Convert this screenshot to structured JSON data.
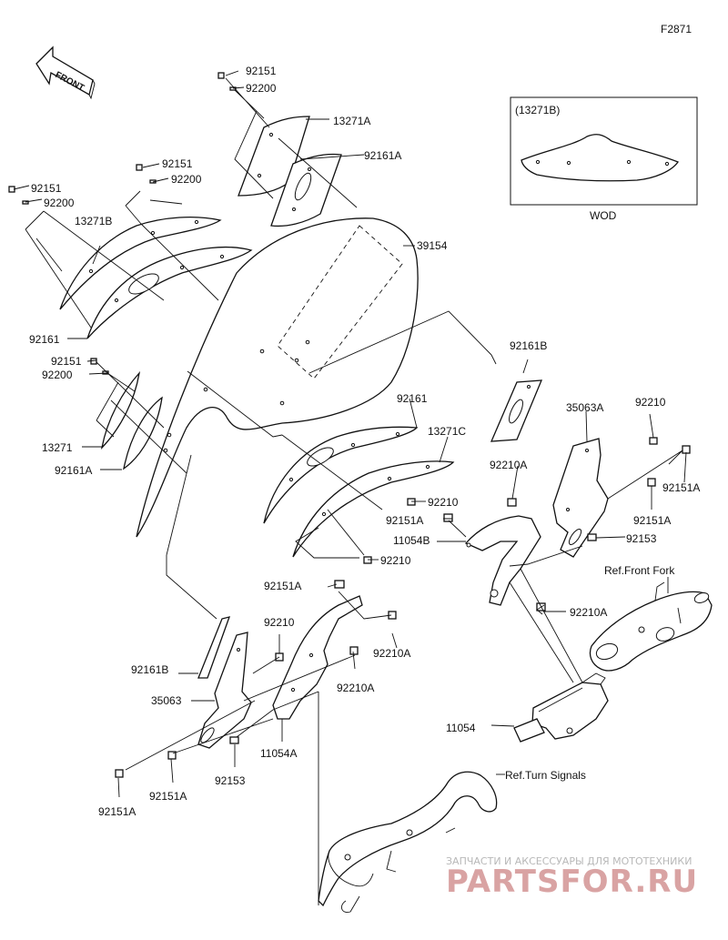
{
  "figure_code": "F2871",
  "front_label": "FRONT",
  "inset": {
    "title": "(13271B)",
    "caption": "WOD"
  },
  "parts": {
    "p92151_a": "92151",
    "p92200_a": "92200",
    "p13271A": "13271A",
    "p92161A_a": "92161A",
    "p92151_b": "92151",
    "p92200_b": "92200",
    "p92151_c": "92151",
    "p92200_c": "92200",
    "p13271B": "13271B",
    "p39154": "39154",
    "p92161_a": "92161",
    "p92151_d": "92151",
    "p92200_d": "92200",
    "p13271": "13271",
    "p92161A_b": "92161A",
    "p92161B_a": "92161B",
    "p92161_b": "92161",
    "p13271C": "13271C",
    "p35063A": "35063A",
    "p92210_a": "92210",
    "p92210A_a": "92210A",
    "p92151A_a": "92151A",
    "p92210_b": "92210",
    "p92151A_b": "92151A",
    "p92151A_c": "92151A",
    "p11054B": "11054B",
    "p92153_a": "92153",
    "p92210_c": "92210",
    "ref_front_fork": "Ref.Front Fork",
    "p92151A_d": "92151A",
    "p92210A_b": "92210A",
    "p92210_d": "92210",
    "p92210A_c": "92210A",
    "p92161B_b": "92161B",
    "p35063": "35063",
    "p92210A_d": "92210A",
    "p11054A": "11054A",
    "p11054": "11054",
    "p92153_b": "92153",
    "p92151A_e": "92151A",
    "p92151A_f": "92151A",
    "ref_turn_signals": "Ref.Turn Signals"
  },
  "watermark": {
    "line1": "ЗАПЧАСТИ И АКСЕССУАРЫ ДЛЯ МОТОТЕХНИКИ",
    "line2": "PARTSFOR.RU"
  },
  "colors": {
    "ink": "#111111",
    "watermark_text": "#b8b8b8",
    "watermark_logo": "#d9a3a3"
  }
}
